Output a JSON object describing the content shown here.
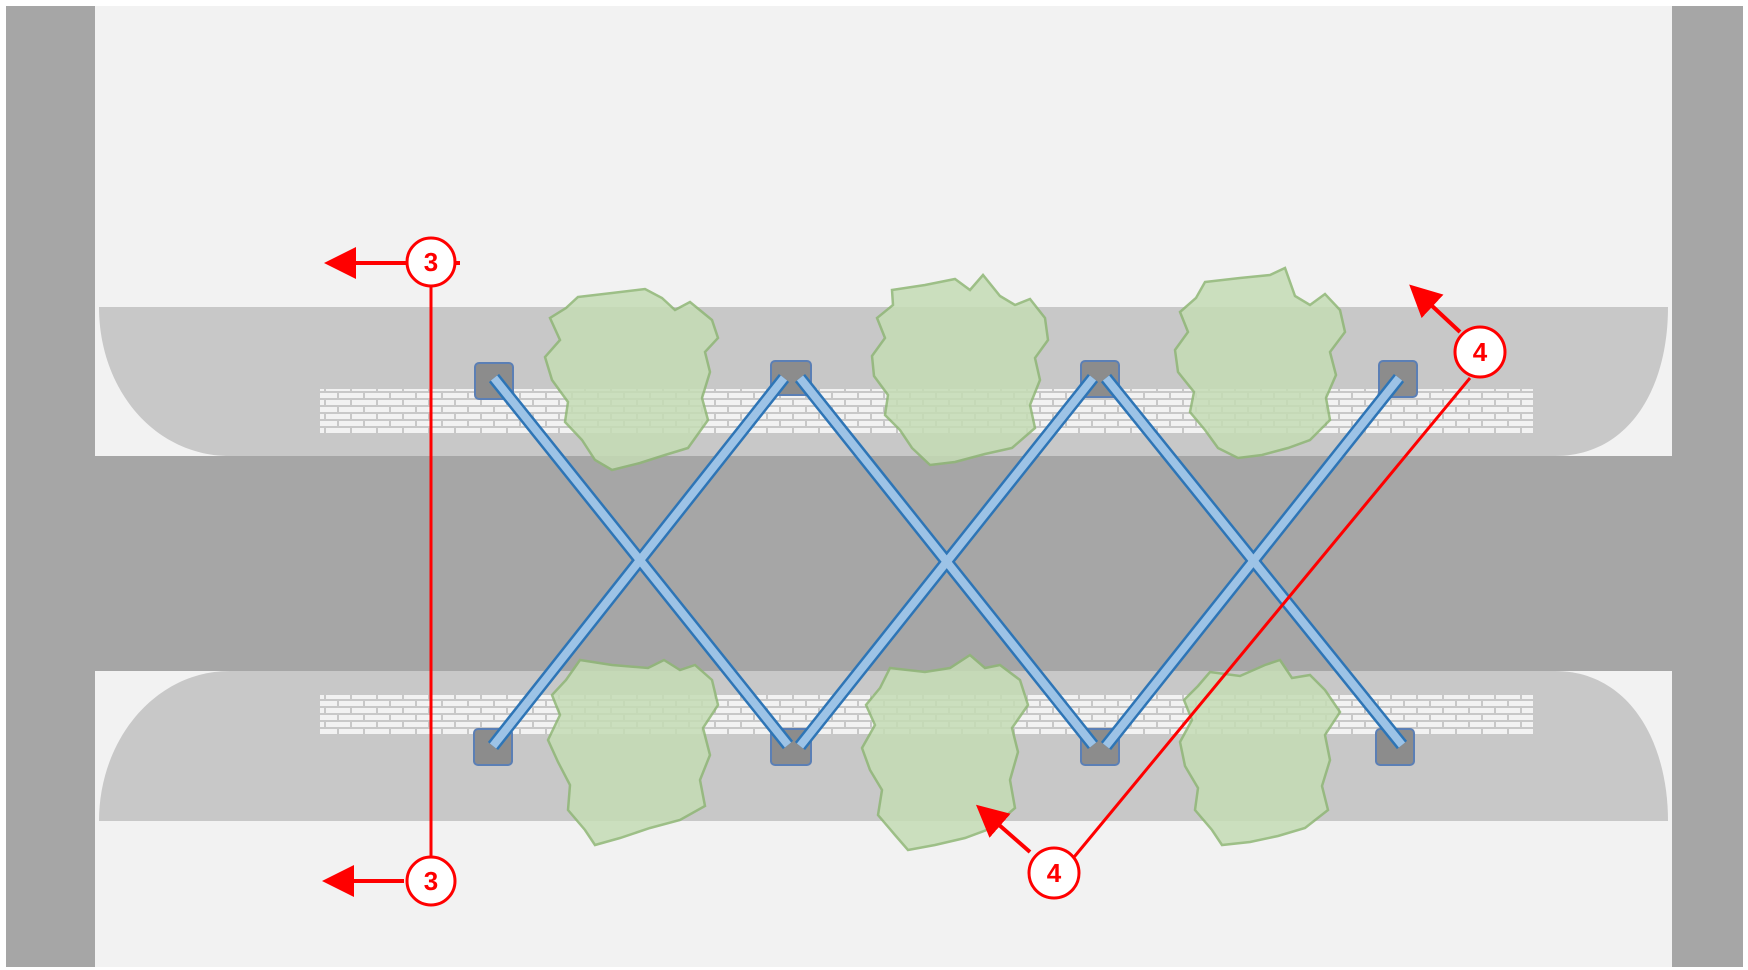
{
  "colors": {
    "background": "#ffffff",
    "side_wall": "#a6a6a6",
    "open_area": "#f2f2f2",
    "bench": "#c8c8c8",
    "channel": "#a6a6a6",
    "brick": "#f2f2f2",
    "brace_fill": "#9dc3e6",
    "brace_stroke": "#2e75b6",
    "anchor_fill": "#8c8c8c",
    "anchor_stroke": "#5b7fb5",
    "vegetation_fill": "#c5dcb5",
    "vegetation_stroke": "#8fb775",
    "marker": "#ff0000"
  },
  "markers": {
    "section_cut": {
      "label": "3"
    },
    "pointer_top": {
      "label": "4"
    },
    "pointer_bottom": {
      "label": "4"
    }
  }
}
